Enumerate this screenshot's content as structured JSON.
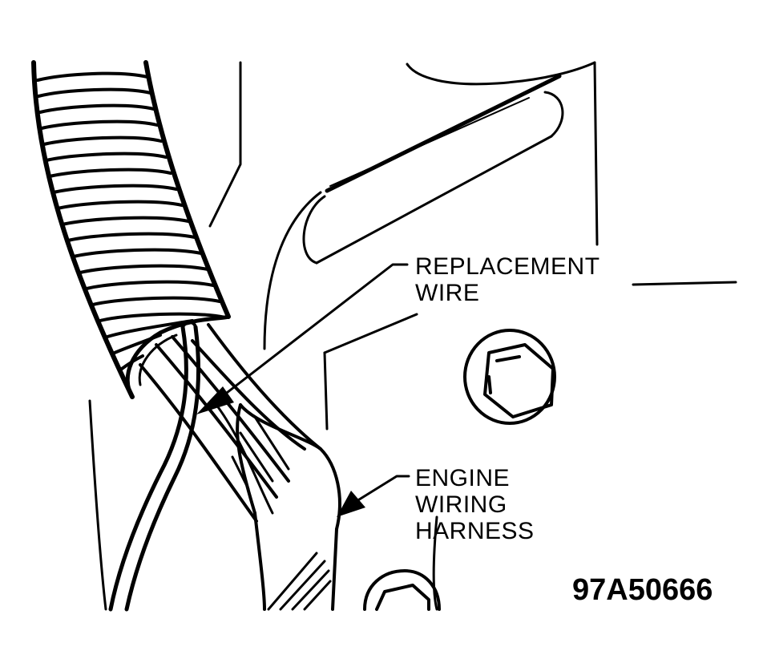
{
  "callouts": {
    "replacement_wire": {
      "line1": "REPLACEMENT",
      "line2": "WIRE"
    },
    "engine_wiring_harness": {
      "line1": "ENGINE",
      "line2": "WIRING",
      "line3": "HARNESS"
    }
  },
  "figure_id": "97A50666",
  "colors": {
    "ink": "#000000",
    "background": "#ffffff"
  }
}
